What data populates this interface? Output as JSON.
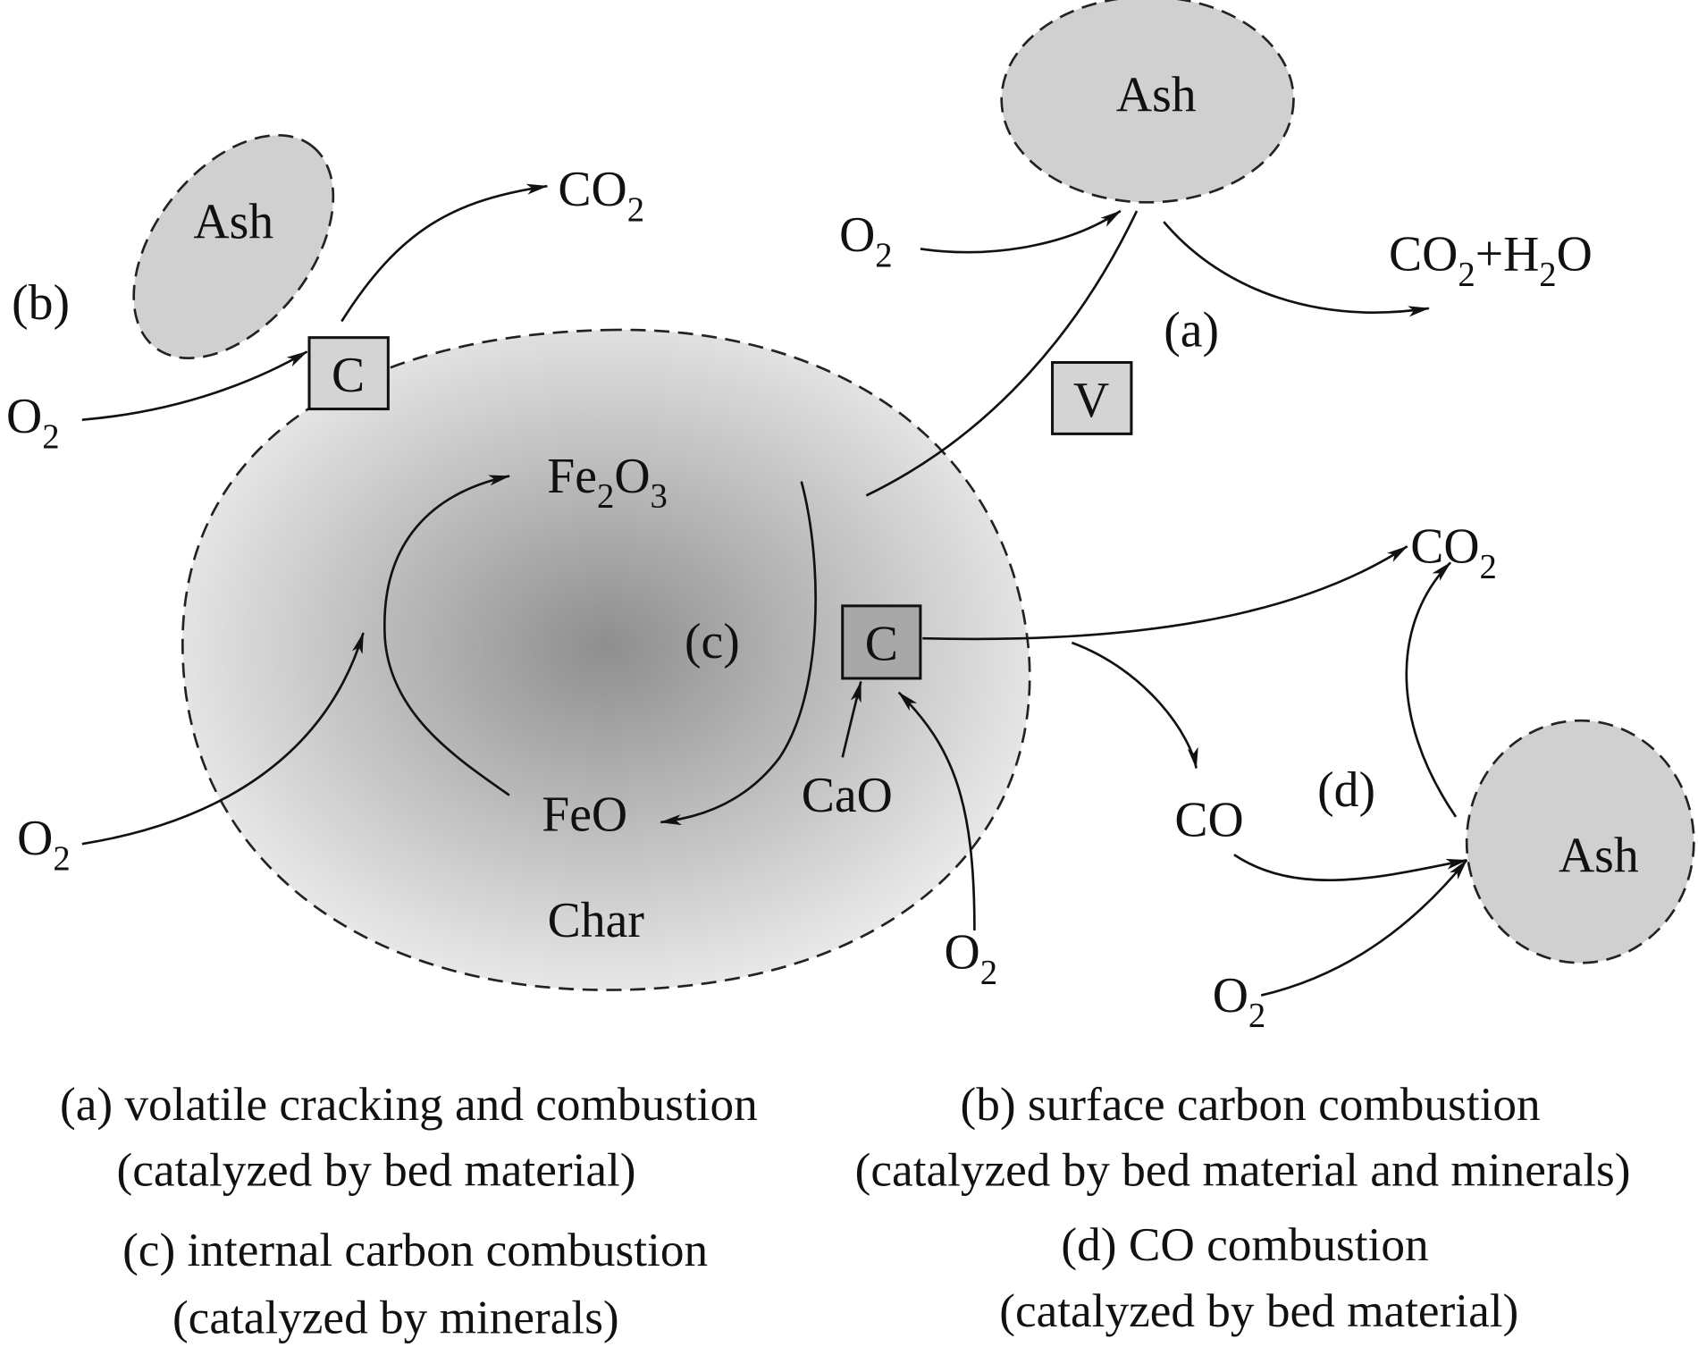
{
  "labels": {
    "ash_b": "Ash",
    "ash_a": "Ash",
    "ash_d": "Ash",
    "char": "Char",
    "tag_b": "(b)",
    "tag_a": "(a)",
    "tag_c": "(c)",
    "tag_d": "(d)",
    "box_c_surface": "C",
    "box_v": "V",
    "box_c_internal": "C",
    "co2_b": [
      "CO",
      "2"
    ],
    "o2_b": [
      "O",
      "2"
    ],
    "o2_a": [
      "O",
      "2"
    ],
    "co2_h2o_a": [
      "CO",
      "2",
      "+H",
      "2",
      "O"
    ],
    "fe2o3": [
      "Fe",
      "2",
      "O",
      "3"
    ],
    "feo": "FeO",
    "cao": "CaO",
    "o2_c": [
      "O",
      "2"
    ],
    "o2_char": [
      "O",
      "2"
    ],
    "co2_d": [
      "CO",
      "2"
    ],
    "co_d": "CO",
    "o2_d": [
      "O",
      "2"
    ]
  },
  "captions": {
    "a_line1": "(a) volatile cracking and combustion",
    "a_line2": "(catalyzed by bed material)",
    "b_line1": "(b) surface carbon combustion",
    "b_line2": "(catalyzed by bed material and minerals)",
    "c_line1": "(c) internal carbon combustion",
    "c_line2": "(catalyzed by minerals)",
    "d_line1": "(d) CO combustion",
    "d_line2": "(catalyzed by bed material)"
  },
  "colors": {
    "particle_fill": "#d0d0d0",
    "char_center": "#8e8e8e",
    "char_edge": "#ececec",
    "box_fill": "#d4d4d4",
    "box_dark_fill": "#a8a8a8"
  }
}
